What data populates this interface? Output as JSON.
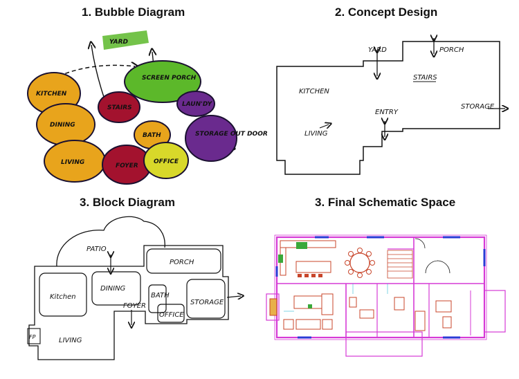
{
  "panels": {
    "bubble": {
      "title": "1. Bubble Diagram",
      "labels": {
        "yard": "YARD",
        "screen_porch": "SCREEN PORCH",
        "kitchen": "KITCHEN",
        "stairs": "STAIRS",
        "laundry": "LAUN'DY",
        "dining": "DINING",
        "bath": "BATH",
        "storage": "STORAGE OUT DOOR",
        "living": "LIVING",
        "foyer": "FOYER",
        "office": "OFFICE"
      },
      "colors": {
        "green": "#5cb82a",
        "maroon": "#a3122e",
        "purple": "#6a2a8e",
        "orange": "#e8a41c",
        "yellow": "#d8d82a",
        "outline": "#1a1030"
      }
    },
    "concept": {
      "title": "2. Concept Design",
      "labels": {
        "yard": "YARD",
        "porch": "PORCH",
        "stairs": "STAIRS",
        "kitchen": "KITCHEN",
        "entry": "ENTRY",
        "storage": "STORAGE",
        "living": "LIVING"
      }
    },
    "block": {
      "title": "3. Block Diagram",
      "labels": {
        "patio": "PATIO",
        "porch": "PORCH",
        "kitchen": "Kitchen",
        "dining": "DINING",
        "bath": "BATH",
        "office": "OFFICE",
        "storage": "STORAGE",
        "foyer": "FOYER",
        "living": "LIVING",
        "fp": "FP"
      }
    },
    "schematic": {
      "title": "3. Final Schematic Space",
      "colors": {
        "wall": "#d63ad6",
        "furniture": "#c8452a",
        "blue": "#2a3ad6",
        "green": "#3aa83a",
        "cyan": "#2ab8d6"
      }
    }
  }
}
